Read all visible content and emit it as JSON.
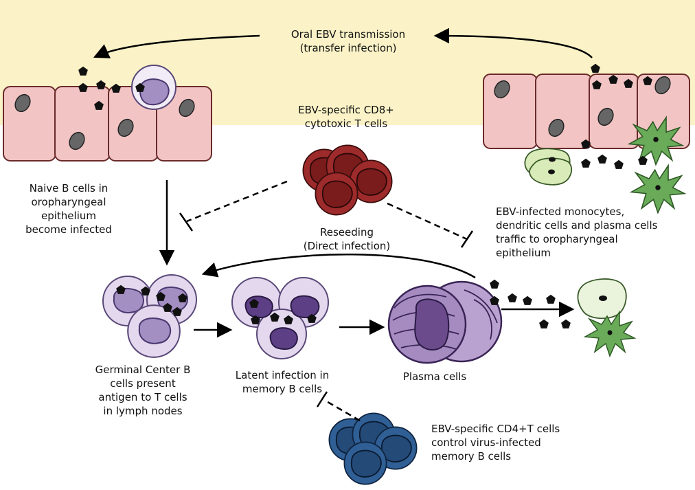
{
  "labels": {
    "transmission": [
      "Oral EBV transmission",
      "(transfer infection)"
    ],
    "cd8": [
      "EBV-specific CD8+",
      "cytotoxic T cells"
    ],
    "naive": [
      "Naive B cells in",
      "oropharyngeal",
      "epithelium",
      "become infected"
    ],
    "reseeding": [
      "Reseeding",
      "(Direct infection)"
    ],
    "monocytes": [
      "EBV-infected monocytes,",
      "dendritic cells and plasma cells",
      "traffic to oropharyngeal",
      "epithelium"
    ],
    "germinal": [
      "Germinal Center B",
      "cells present",
      "antigen to T cells",
      "in lymph nodes"
    ],
    "latent": [
      "Latent infection in",
      "memory B cells"
    ],
    "plasma": [
      "Plasma cells"
    ],
    "cd4": [
      "EBV-specific CD4+T cells",
      "control virus-infected",
      "memory B cells"
    ]
  },
  "colors": {
    "epithelium_band": "#fbf3c7",
    "epithelial_cell": "#f2c4c4",
    "b_cell": "#d9cde6",
    "b_cell_nucleus": "#8f78b0",
    "plasma_cell": "#8a6aa3",
    "cd8_t_cell": "#9e2b2b",
    "cd4_t_cell": "#2f5f94",
    "dendritic_cell": "#6aab5a",
    "monocyte": "#d8ebb8",
    "virion": "#111111"
  }
}
